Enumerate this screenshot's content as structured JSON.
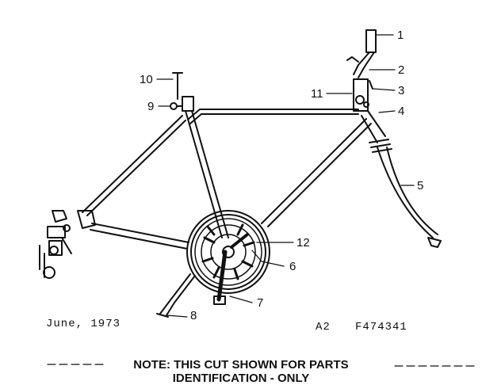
{
  "callouts": [
    "1",
    "2",
    "3",
    "4",
    "5",
    "6",
    "7",
    "8",
    "9",
    "10",
    "11",
    "12"
  ],
  "date_text": "June, 1973",
  "ref_code": "A2",
  "part_number": "F474341",
  "note": {
    "line1": "NOTE:  THIS CUT SHOWN FOR PARTS",
    "line2": "IDENTIFICATION - ONLY"
  }
}
